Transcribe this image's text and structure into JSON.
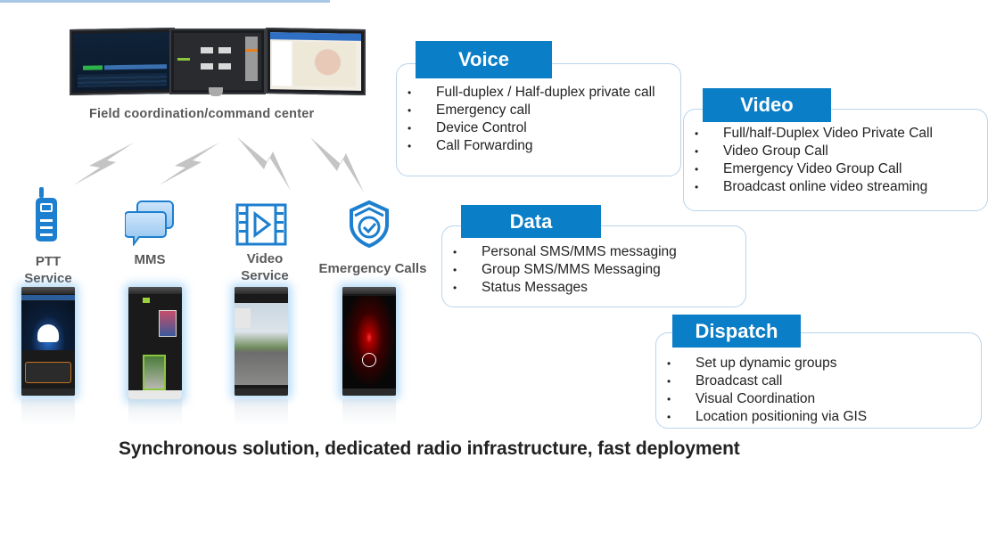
{
  "command_center": {
    "label": "Field coordination/command center",
    "icon": "multi-monitor-dispatch-console"
  },
  "services": [
    {
      "id": "ptt",
      "label_line1": "PTT",
      "label_line2": "Service",
      "icon": "walkie-talkie-icon"
    },
    {
      "id": "mms",
      "label_line1": "MMS",
      "label_line2": "",
      "icon": "chat-bubbles-icon"
    },
    {
      "id": "video",
      "label_line1": "Video",
      "label_line2": "Service",
      "icon": "video-film-icon"
    },
    {
      "id": "emergency",
      "label_line1": "Emergency Calls",
      "label_line2": "",
      "icon": "shield-check-icon"
    }
  ],
  "feature_boxes": {
    "voice": {
      "title": "Voice",
      "items": [
        "Full-duplex  / Half-duplex  private call",
        "Emergency call",
        "Device Control",
        "Call Forwarding"
      ]
    },
    "video": {
      "title": "Video",
      "items": [
        "Full/half-Duplex  Video Private Call",
        "Video Group Call",
        "Emergency  Video Group Call",
        "Broadcast online  video streaming"
      ]
    },
    "data": {
      "title": "Data",
      "items": [
        "Personal  SMS/MMS messaging",
        "Group  SMS/MMS Messaging",
        "Status  Messages"
      ]
    },
    "dispatch": {
      "title": "Dispatch",
      "items": [
        "Set up dynamic  groups",
        "Broadcast call",
        "Visual Coordination",
        "Location positioning via GIS"
      ]
    }
  },
  "footer": "Synchronous solution, dedicated radio infrastructure, fast deployment",
  "colors": {
    "accent": "#0a7ec6",
    "icon_blue": "#1d7fcf",
    "box_border": "#b9d4ec",
    "label_gray": "#595959",
    "bolt_gray": "#c0c0c0"
  }
}
